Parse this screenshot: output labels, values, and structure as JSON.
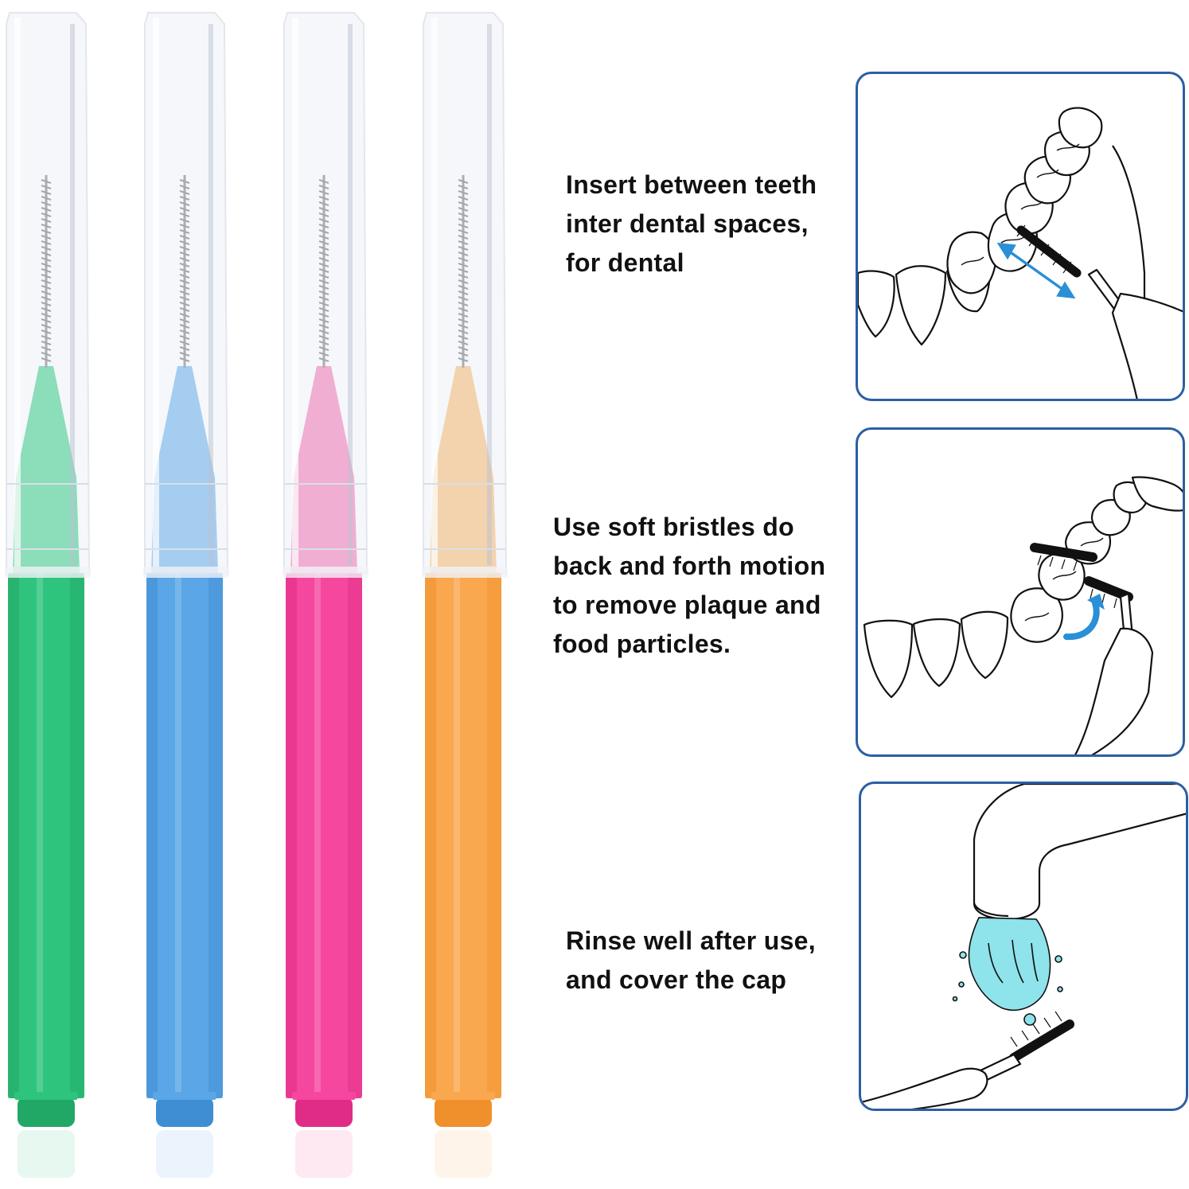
{
  "brushes": [
    {
      "name": "green",
      "handle_color": "#2fc47d",
      "handle_dark": "#22a866",
      "cone_color": "#3fd08a"
    },
    {
      "name": "blue",
      "handle_color": "#5aa6e6",
      "handle_dark": "#3f8ed3",
      "cone_color": "#6cb2ec"
    },
    {
      "name": "pink",
      "handle_color": "#f5479e",
      "handle_dark": "#e02c86",
      "cone_color": "#f77ab8"
    },
    {
      "name": "orange",
      "handle_color": "#f9a84f",
      "handle_dark": "#f0902c",
      "cone_color": "#fbbd74"
    }
  ],
  "steps": [
    {
      "lines": [
        "Insert between teeth",
        "inter dental spaces,",
        "for dental"
      ],
      "illustration": "insert-between-teeth"
    },
    {
      "lines": [
        "Use soft bristles do",
        "back and forth motion",
        "to remove plaque and",
        "food particles."
      ],
      "illustration": "brush-motion"
    },
    {
      "lines": [
        "Rinse well after use,",
        "and cover the cap"
      ],
      "illustration": "rinse-under-tap"
    }
  ],
  "colors": {
    "panel_border": "#2c5fa3",
    "arrow": "#2a8fd6",
    "water": "#8fe3ea"
  }
}
